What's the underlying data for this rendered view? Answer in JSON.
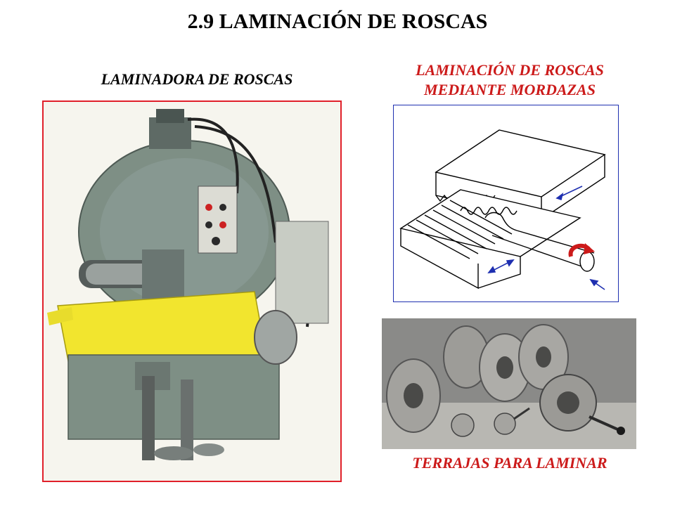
{
  "title": "2.9  LAMINACIÓN  DE ROSCAS",
  "left_subtitle": "LAMINADORA DE ROSCAS",
  "right_subtitle": {
    "line1": "LAMINACIÓN DE ROSCAS",
    "line2": "MEDIANTE MORDAZAS"
  },
  "photo_caption": "TERRAJAS PARA LAMINAR",
  "colors": {
    "title_text": "#000000",
    "accent_text": "#cc1a1a",
    "machine_frame_border": "#e0202a",
    "diagram_frame_border": "#1e2fb0",
    "diagram_arrows": "#1e2fb0",
    "rotation_arrow": "#cc1a1a",
    "machine_body": "#7e8f85",
    "machine_yellow": "#f2e52e"
  },
  "icons": {
    "rotation": "curved-arrow-icon",
    "motion": "double-arrow-icon"
  }
}
